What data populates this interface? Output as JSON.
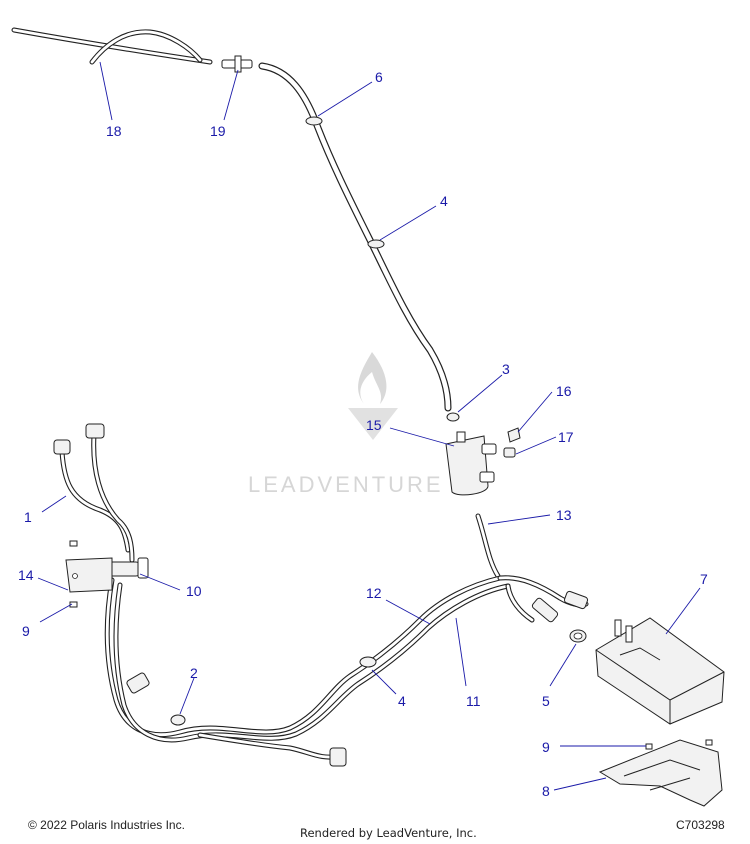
{
  "diagram": {
    "callouts": [
      "1",
      "2",
      "3",
      "4",
      "4",
      "5",
      "6",
      "7",
      "8",
      "9",
      "9",
      "10",
      "11",
      "12",
      "13",
      "14",
      "15",
      "16",
      "17",
      "18",
      "19"
    ],
    "watermark": "LEADVENTURE"
  },
  "footer": {
    "copyright": "© 2022 Polaris Industries Inc.",
    "rendered_by": "Rendered by LeadVenture, Inc.",
    "diagram_code": "C703298"
  }
}
